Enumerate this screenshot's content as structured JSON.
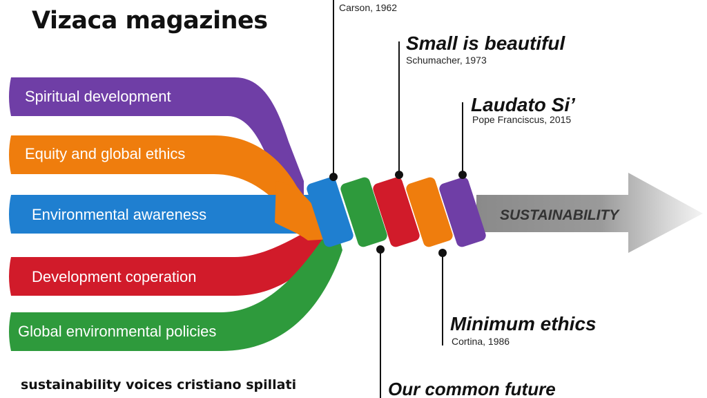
{
  "site_title": "Vizaca magazines",
  "caption": "sustainability voices cristiano spillati",
  "streams": [
    {
      "label": "Spiritual development",
      "color": "#6f3ea6"
    },
    {
      "label": "Equity and global ethics",
      "color": "#ef7d0d"
    },
    {
      "label": "Environmental awareness",
      "color": "#1f7fd0"
    },
    {
      "label": "Development coperation",
      "color": "#d11b2a"
    },
    {
      "label": "Global environmental policies",
      "color": "#2e9a3c"
    }
  ],
  "arrow_label": "SUSTAINABILITY",
  "arrow_color": "#8f8f8f",
  "milestones_top": [
    {
      "title": "",
      "subtitle": "Carson, 1962"
    },
    {
      "title": "Small is beautiful",
      "subtitle": "Schumacher, 1973"
    },
    {
      "title": "Laudato Si’",
      "subtitle": "Pope Franciscus, 2015"
    }
  ],
  "milestones_bottom": [
    {
      "title": "Minimum ethics",
      "subtitle": "Cortina, 1986"
    },
    {
      "title": "Our common future",
      "subtitle": ""
    }
  ]
}
